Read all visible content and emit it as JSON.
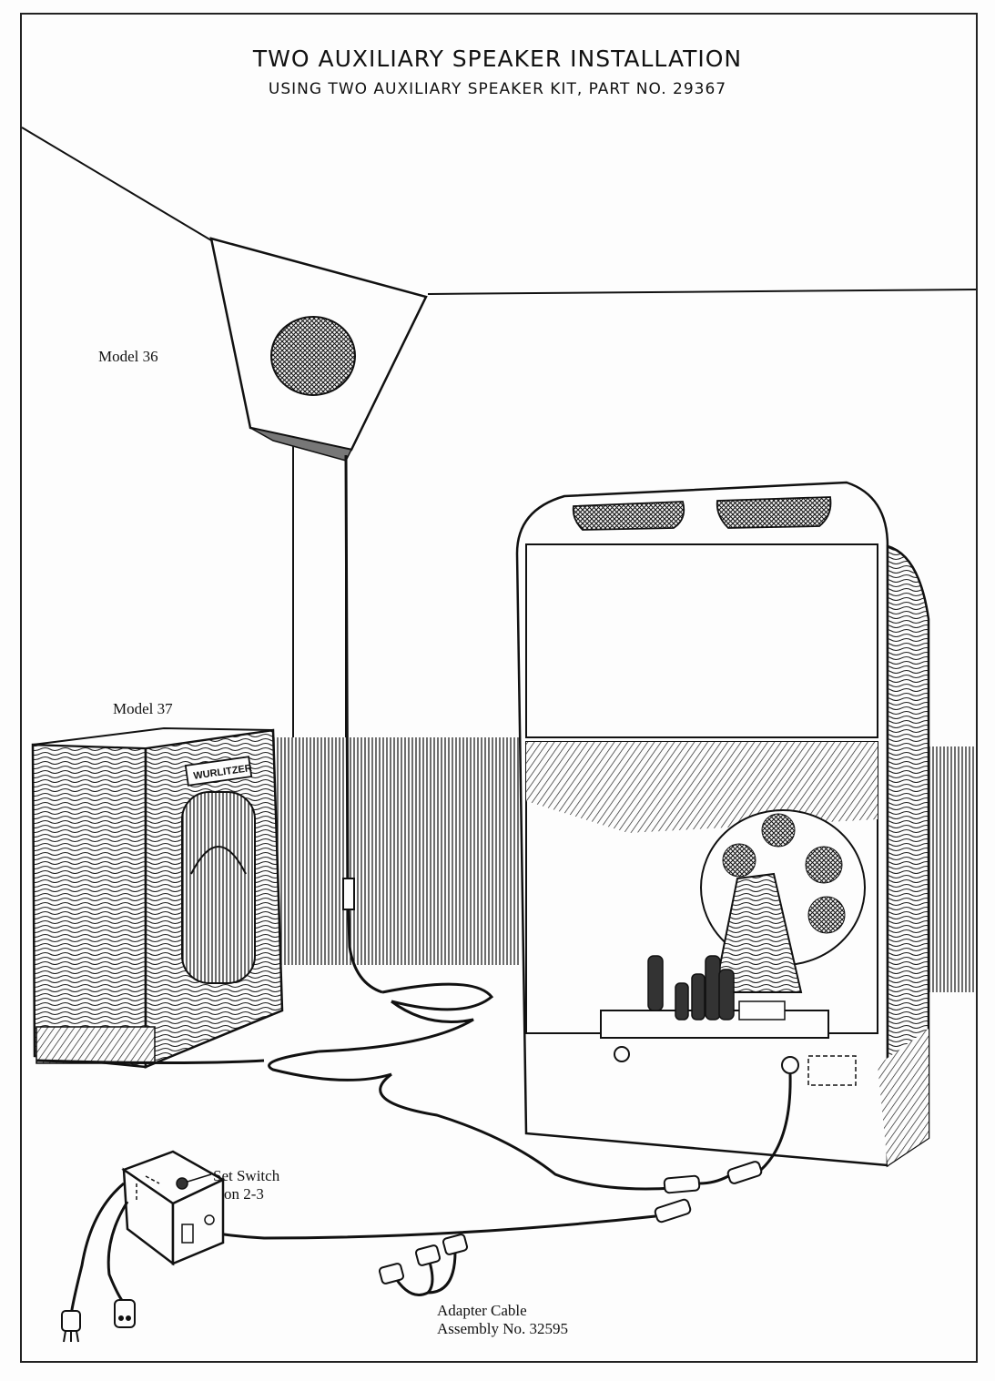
{
  "title": "TWO AUXILIARY SPEAKER INSTALLATION",
  "subtitle": "USING TWO AUXILIARY SPEAKER KIT, PART NO. 29367",
  "labels": {
    "model36": "Model 36",
    "model37": "Model 37",
    "switch_line1": "Set Switch",
    "switch_line2": "on 2-3",
    "adapter_line1": "Adapter Cable",
    "adapter_line2": "Assembly No. 32595"
  },
  "cabinet_brand": "WURLITZER",
  "colors": {
    "ink": "#111111",
    "paper": "#fdfdfd",
    "hatch": "#333333"
  }
}
